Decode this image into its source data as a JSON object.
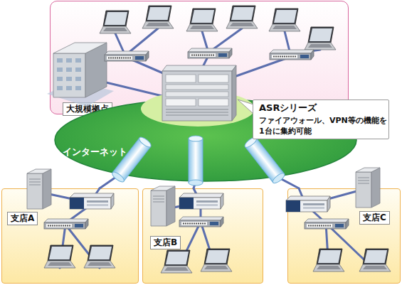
{
  "diagram": {
    "nodes": [
      {
        "text": [
          "大規模拠点"
        ]
      },
      {
        "text": [
          "ASRシリーズ",
          "ファイアウォール、VPN等の機能を 1台に集約可能"
        ]
      },
      {
        "text": [
          "インターネット"
        ]
      },
      {
        "text": [
          "支店A"
        ]
      },
      {
        "text": [
          "支店B"
        ]
      },
      {
        "text": [
          "支店C"
        ]
      }
    ],
    "edges": [
      {
        "from": 2,
        "to": 3,
        "arrow": "none"
      },
      {
        "from": 2,
        "to": 4,
        "arrow": "none"
      },
      {
        "from": 2,
        "to": 5,
        "arrow": "none"
      }
    ]
  }
}
